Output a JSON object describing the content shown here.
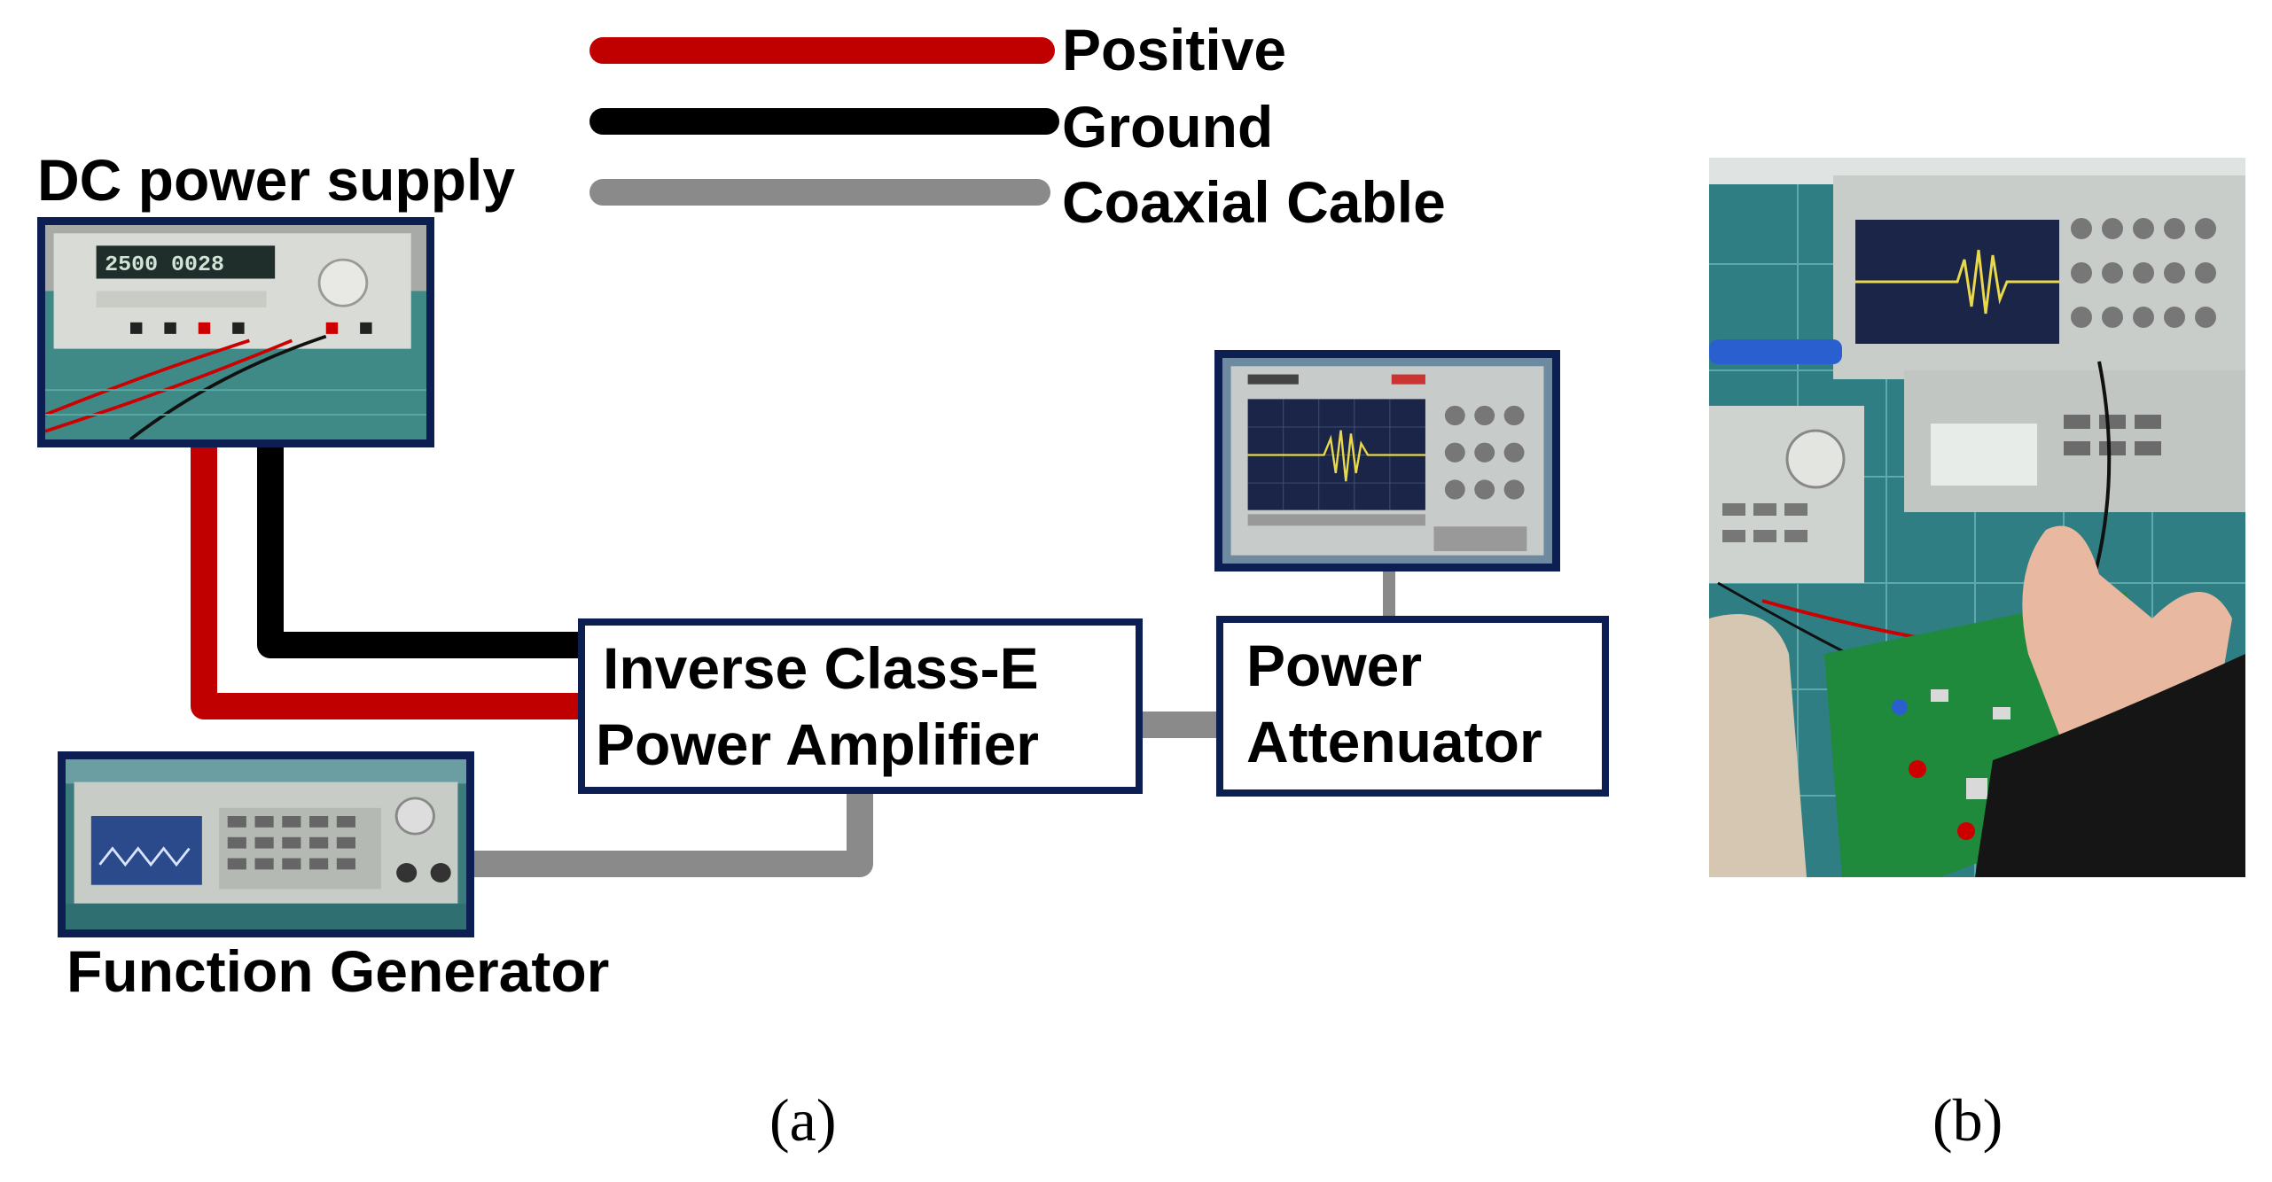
{
  "legend": {
    "positive": "Positive",
    "ground": "Ground",
    "coaxial": "Coaxial Cable"
  },
  "labels": {
    "dc_power_supply": "DC power supply",
    "function_generator": "Function Generator"
  },
  "blocks": {
    "amplifier_line1": "Inverse Class-E",
    "amplifier_line2": "Power Amplifier",
    "attenuator_line1": "Power",
    "attenuator_line2": "Attenuator"
  },
  "captions": {
    "a": "(a)",
    "b": "(b)"
  },
  "colors": {
    "positive": "#c00000",
    "ground": "#000000",
    "coaxial": "#8a8a8a",
    "box_border": "#0d1f52"
  },
  "instruments": {
    "dc_supply_display": "2500 0028"
  }
}
